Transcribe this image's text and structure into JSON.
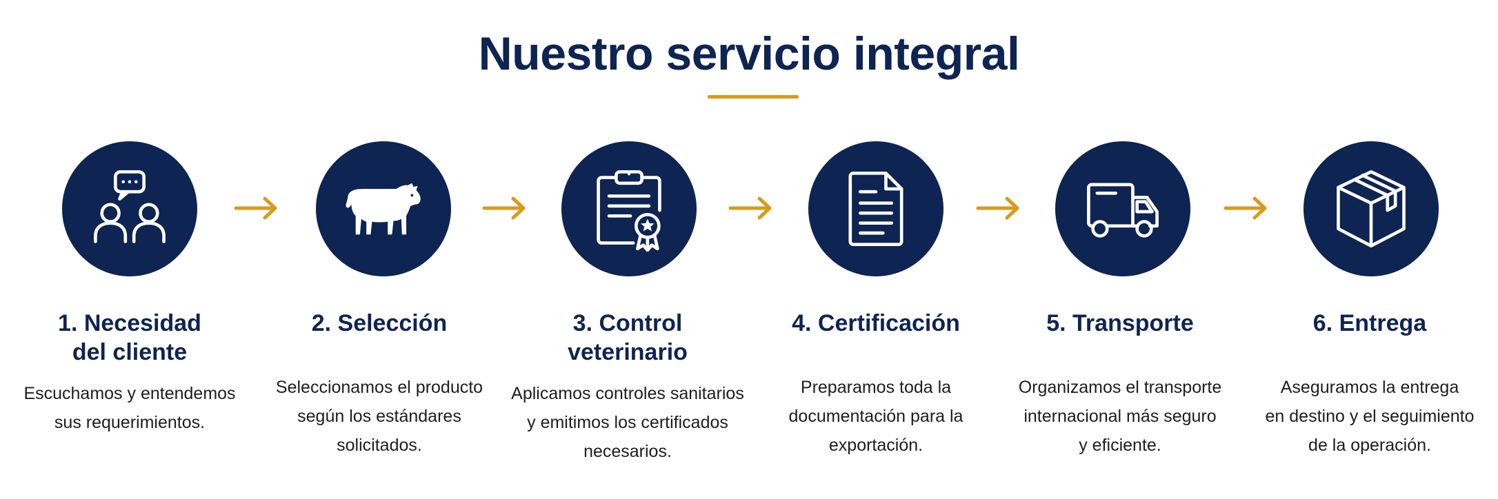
{
  "header": {
    "title": "Nuestro servicio integral"
  },
  "colors": {
    "navy": "#0e2452",
    "accent": "#d99b1a",
    "text": "#1d1d1d"
  },
  "steps": [
    {
      "icon": "people-chat-icon",
      "title_line1": "1. Necesidad",
      "title_line2": "del cliente",
      "desc_line1": "Escuchamos y entendemos",
      "desc_line2": "sus requerimientos.",
      "desc_line3": ""
    },
    {
      "icon": "cow-icon",
      "title_line1": "2. Selección",
      "title_line2": "",
      "desc_line1": "Seleccionamos el producto",
      "desc_line2": "según los estándares",
      "desc_line3": "solicitados."
    },
    {
      "icon": "clipboard-certificate-icon",
      "title_line1": "3. Control",
      "title_line2": "veterinario",
      "desc_line1": "Aplicamos controles sanitarios",
      "desc_line2": "y emitimos los certificados",
      "desc_line3": "necesarios."
    },
    {
      "icon": "document-icon",
      "title_line1": "4. Certificación",
      "title_line2": "",
      "desc_line1": "Preparamos toda la",
      "desc_line2": "documentación para la",
      "desc_line3": "exportación."
    },
    {
      "icon": "truck-icon",
      "title_line1": "5. Transporte",
      "title_line2": "",
      "desc_line1": "Organizamos el transporte",
      "desc_line2": "internacional más seguro",
      "desc_line3": "y eficiente."
    },
    {
      "icon": "box-icon",
      "title_line1": "6. Entrega",
      "title_line2": "",
      "desc_line1": "Aseguramos la entrega",
      "desc_line2": "en destino y el seguimiento",
      "desc_line3": "de la operación."
    }
  ]
}
